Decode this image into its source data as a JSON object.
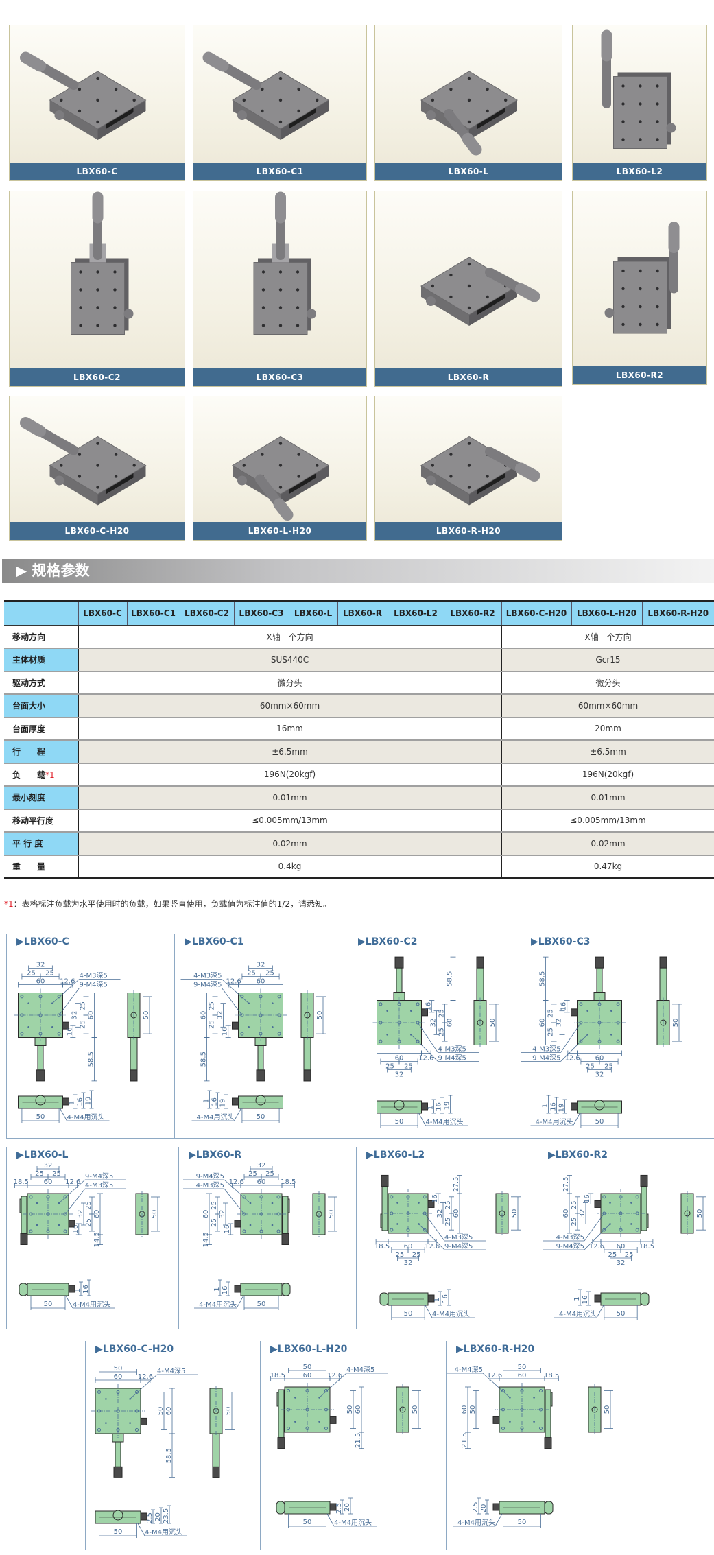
{
  "products": [
    {
      "label": "LBX60-C"
    },
    {
      "label": "LBX60-C1"
    },
    {
      "label": "LBX60-L"
    },
    {
      "label": "LBX60-L2"
    },
    {
      "label": "LBX60-C2"
    },
    {
      "label": "LBX60-C3"
    },
    {
      "label": "LBX60-R"
    },
    {
      "label": "LBX60-R2"
    },
    {
      "label": "LBX60-C-H20"
    },
    {
      "label": "LBX60-L-H20"
    },
    {
      "label": "LBX60-R-H20"
    }
  ],
  "spec": {
    "title": "▶ 规格参数",
    "columns": [
      "LBX60-C",
      "LBX60-C1",
      "LBX60-C2",
      "LBX60-C3",
      "LBX60-L",
      "LBX60-R",
      "LBX60-L2",
      "LBX60-R2",
      "LBX60-C-H20",
      "LBX60-L-H20",
      "LBX60-R-H20"
    ],
    "rows": [
      {
        "label": "移动方向",
        "v1": "X轴一个方向",
        "v2": "X轴一个方向"
      },
      {
        "label": "主体材质",
        "v1": "SUS440C",
        "v2": "Gcr15"
      },
      {
        "label": "驱动方式",
        "v1": "微分头",
        "v2": "微分头"
      },
      {
        "label": "台面大小",
        "v1": "60mm×60mm",
        "v2": "60mm×60mm"
      },
      {
        "label": "台面厚度",
        "v1": "16mm",
        "v2": "20mm"
      },
      {
        "label": "行　　程",
        "v1": "±6.5mm",
        "v2": "±6.5mm"
      },
      {
        "label": "负　　载",
        "note": "*1",
        "v1": "196N(20kgf)",
        "v2": "196N(20kgf)"
      },
      {
        "label": "最小刻度",
        "v1": "0.01mm",
        "v2": "0.01mm"
      },
      {
        "label": "移动平行度",
        "v1": "≤0.005mm/13mm",
        "v2": "≤0.005mm/13mm"
      },
      {
        "label": "平 行 度",
        "v1": "0.02mm",
        "v2": "0.02mm"
      },
      {
        "label": "重　　量",
        "v1": "0.4kg",
        "v2": "0.47kg"
      }
    ],
    "footnote": {
      "mark": "*1",
      "text": "：表格标注负载为水平使用时的负载，如果竖直使用，负载值为标注值的1/2，请悉知。"
    }
  },
  "drawings": {
    "panels": [
      {
        "title": "LBX60-C",
        "h_dims": [
          "60",
          "12.6",
          "25",
          "25",
          "32"
        ],
        "v_dims": [
          "32",
          "25",
          "25",
          "60",
          "16",
          "58.5"
        ],
        "callouts": [
          "4-M3深5",
          "9-M4深5"
        ],
        "side_dim": "50",
        "front_dims": [
          "1",
          "16",
          "19"
        ],
        "front_width": "50",
        "front_callout": "4-M4用沉头"
      },
      {
        "title": "LBX60-C1",
        "h_dims": [
          "12.6",
          "60",
          "25",
          "25",
          "32"
        ],
        "v_dims": [
          "25",
          "25",
          "32",
          "60",
          "16",
          "58.5"
        ],
        "callouts": [
          "4-M3深5",
          "9-M4深5"
        ],
        "side_dim": "50",
        "front_dims": [
          "19",
          "16",
          "1"
        ],
        "front_width": "50",
        "front_callout": "4-M4用沉头"
      },
      {
        "title": "LBX60-C2",
        "h_dims": [
          "32",
          "25",
          "25",
          "12.6",
          "60"
        ],
        "v_dims": [
          "58.5",
          "25",
          "32",
          "25",
          "60",
          "16"
        ],
        "callouts": [
          "9-M4深5",
          "4-M3深5"
        ],
        "side_dim": "50",
        "front_dims": [
          "1",
          "16",
          "19"
        ],
        "front_width": "50",
        "front_callout": "4-M4用沉头"
      },
      {
        "title": "LBX60-C3",
        "h_dims": [
          "32",
          "25",
          "25",
          "60",
          "12.6"
        ],
        "v_dims": [
          "58.5",
          "60",
          "25",
          "25",
          "32",
          "16"
        ],
        "callouts": [
          "9-M4深5",
          "4-M3深5"
        ],
        "side_dim": "50",
        "front_dims": [
          "19",
          "16",
          "1"
        ],
        "front_width": "50",
        "front_callout": "4-M4用沉头"
      },
      {
        "title": "LBX60-L",
        "h_dims": [
          "32",
          "25",
          "25",
          "18.5",
          "60",
          "12.6"
        ],
        "v_dims": [
          "25",
          "60",
          "32",
          "25",
          "16",
          "14.5"
        ],
        "callouts": [
          "9-M4深5",
          "4-M3深5"
        ],
        "side_dim": "50",
        "front_dims": [
          "1",
          "16"
        ],
        "front_width": "50",
        "front_callout": "4-M4用沉头"
      },
      {
        "title": "LBX60-R",
        "h_dims": [
          "32",
          "25",
          "25",
          "12.6",
          "60",
          "18.5"
        ],
        "v_dims": [
          "60",
          "25",
          "32",
          "25",
          "16",
          "14.5"
        ],
        "callouts": [
          "9-M4深5",
          "4-M3深5"
        ],
        "side_dim": "50",
        "front_dims": [
          "16",
          "1"
        ],
        "front_width": "50",
        "front_callout": "4-M4用沉头"
      },
      {
        "title": "LBX60-L2",
        "h_dims": [
          "32",
          "25",
          "25",
          "18.5",
          "60",
          "12.6"
        ],
        "v_dims": [
          "27.5",
          "25",
          "60",
          "32",
          "25",
          "16"
        ],
        "callouts": [
          "9-M4深5",
          "4-M3深5"
        ],
        "side_dim": "50",
        "front_dims": [
          "1",
          "16"
        ],
        "front_width": "50",
        "front_callout": "4-M4用沉头"
      },
      {
        "title": "LBX60-R2",
        "h_dims": [
          "32",
          "25",
          "25",
          "12.6",
          "60",
          "18.5"
        ],
        "v_dims": [
          "27.5",
          "25",
          "60",
          "32",
          "25",
          "16"
        ],
        "callouts": [
          "9-M4深5",
          "4-M3深5"
        ],
        "side_dim": "50",
        "front_dims": [
          "16",
          "1"
        ],
        "front_width": "50",
        "front_callout": "4-M4用沉头"
      },
      {
        "title": "LBX60-C-H20",
        "h_dims": [
          "60",
          "12.6",
          "50"
        ],
        "v_dims": [
          "50",
          "60",
          "58.5"
        ],
        "callouts": [
          "4-M4深5"
        ],
        "side_dim": "50",
        "front_dims": [
          "2.5",
          "20",
          "23.5"
        ],
        "front_width": "50",
        "front_callout": "4-M4用沉头"
      },
      {
        "title": "LBX60-L-H20",
        "h_dims": [
          "50",
          "18.5",
          "60",
          "12.6"
        ],
        "v_dims": [
          "50",
          "60",
          "21.5"
        ],
        "callouts": [
          "4-M4深5"
        ],
        "side_dim": "50",
        "front_dims": [
          "2.5",
          "20"
        ],
        "front_width": "50",
        "front_callout": "4-M4用沉头"
      },
      {
        "title": "LBX60-R-H20",
        "h_dims": [
          "50",
          "12.6",
          "60",
          "18.5"
        ],
        "v_dims": [
          "60",
          "50",
          "21.5"
        ],
        "callouts": [
          "4-M4深5"
        ],
        "side_dim": "50",
        "front_dims": [
          "20",
          "2.5"
        ],
        "front_width": "50",
        "front_callout": "4-M4用沉头"
      }
    ]
  },
  "colors": {
    "label_bar": "#416b8f",
    "table_header": "#8fd8f5",
    "row_shade": "#ebe8e0",
    "drawing_green": "#9fd3a7",
    "dimension_blue": "#4a6e96",
    "note_red": "#e0202a"
  }
}
